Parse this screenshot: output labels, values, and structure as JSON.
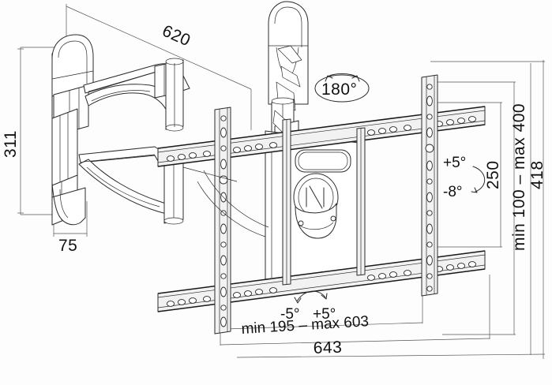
{
  "drawing": {
    "title": "TV wall mount bracket technical dimension drawing",
    "units": "mm",
    "background_color": "#fdfdfd",
    "line_color": "#2b2b2b"
  },
  "dimensions": {
    "extension_depth": "620",
    "wall_plate_height": "311",
    "wall_plate_depth": "75",
    "vesa_vertical": "250",
    "vesa_horizontal_range": "min 195 – max 603",
    "overall_width": "643",
    "mount_height_range": "min 100 – max 400",
    "overall_height": "418"
  },
  "annotations": {
    "swivel": "180°",
    "tilt_up": "+5°",
    "tilt_down": "-8°",
    "rotate_left": "-5°",
    "rotate_right": "+5°"
  }
}
